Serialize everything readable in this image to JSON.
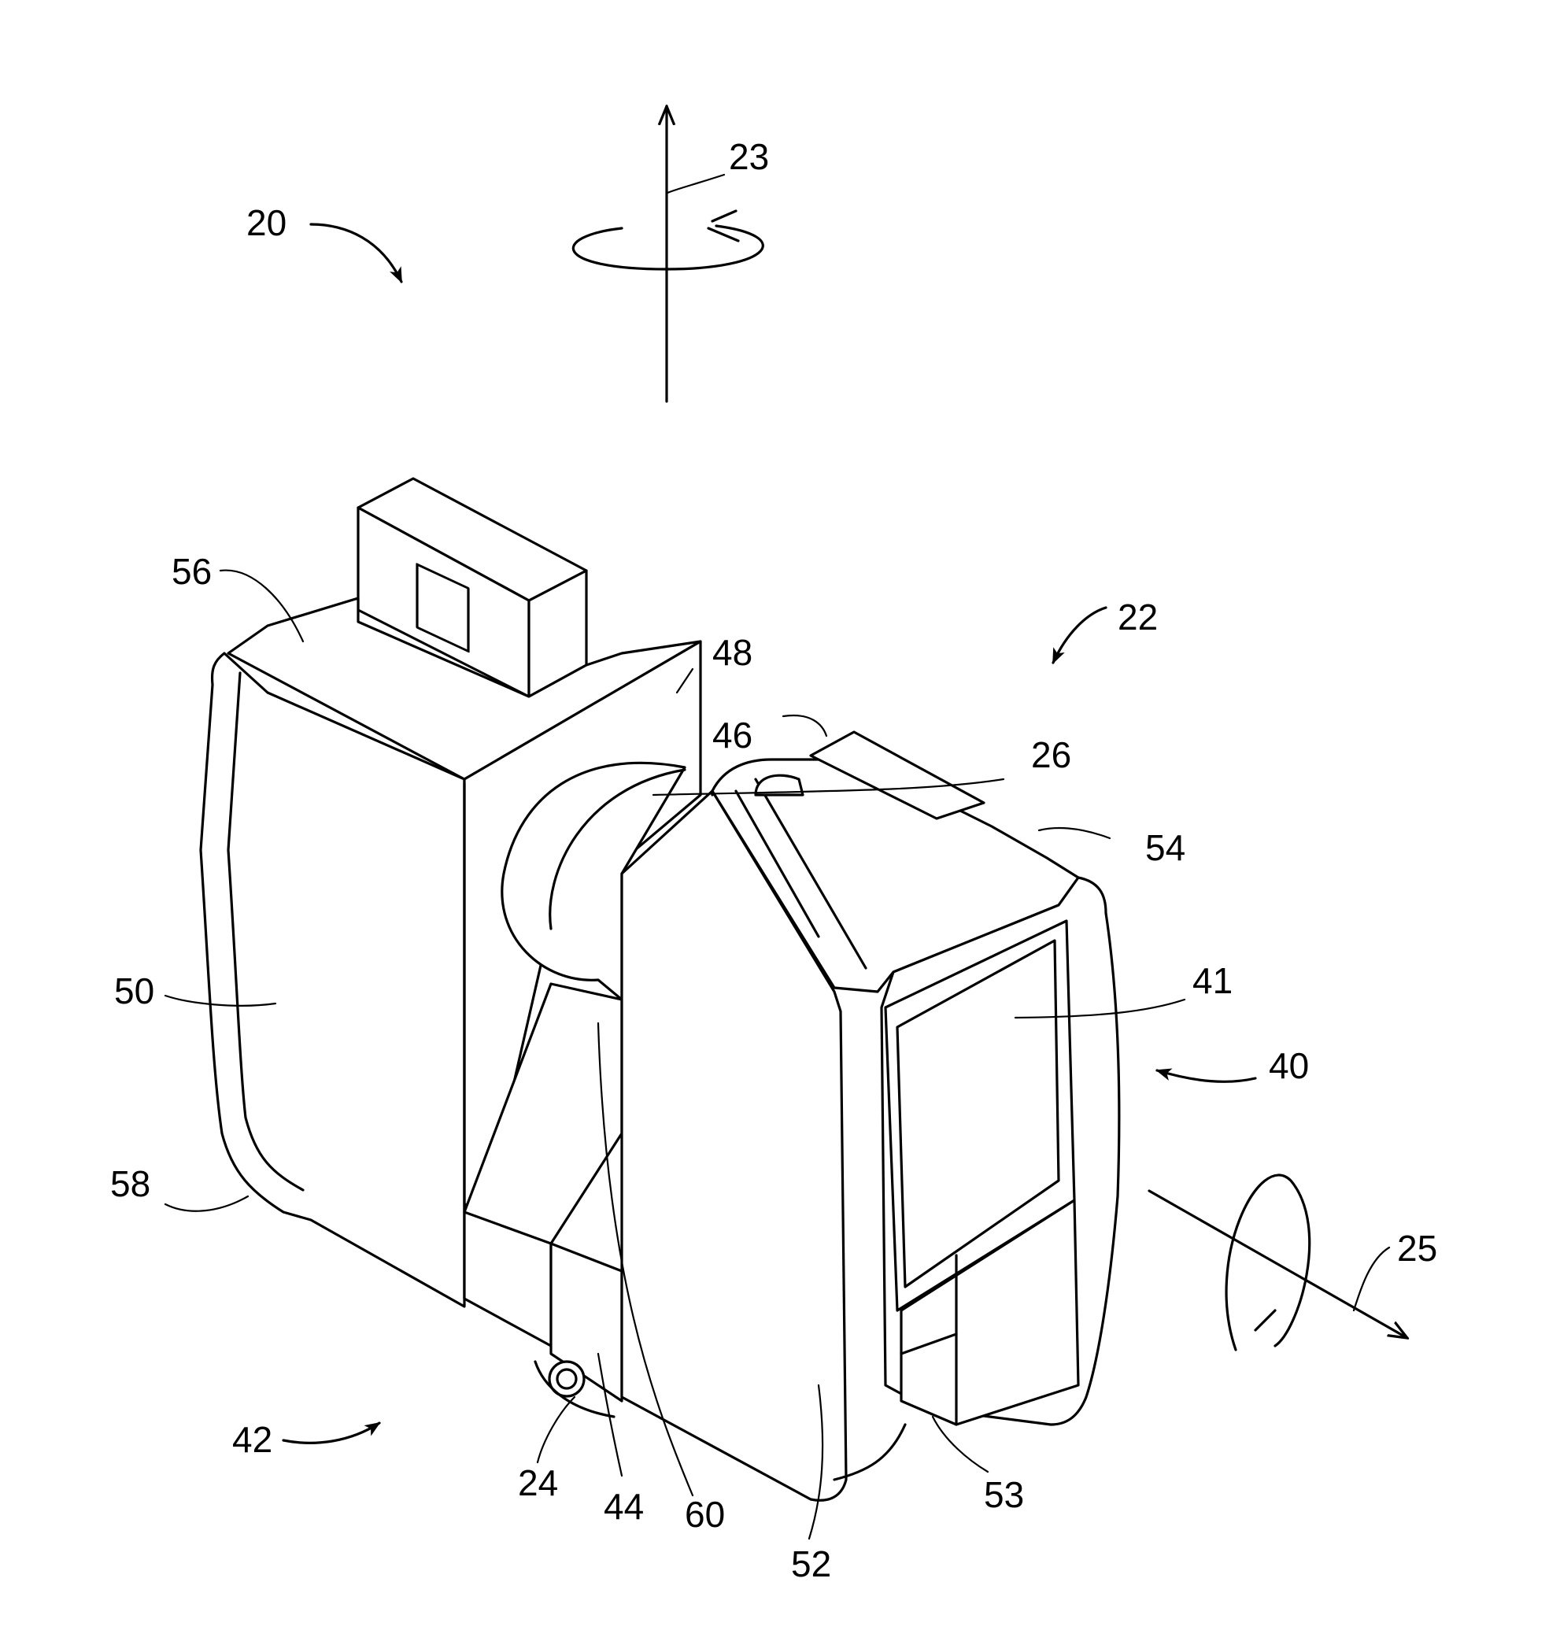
{
  "labels": {
    "l20": "20",
    "l23": "23",
    "l22": "22",
    "l56": "56",
    "l48": "48",
    "l46": "46",
    "l26": "26",
    "l54": "54",
    "l50": "50",
    "l41": "41",
    "l40": "40",
    "l58": "58",
    "l25": "25",
    "l42": "42",
    "l24": "24",
    "l44": "44",
    "l60": "60",
    "l52": "52",
    "l53": "53"
  }
}
